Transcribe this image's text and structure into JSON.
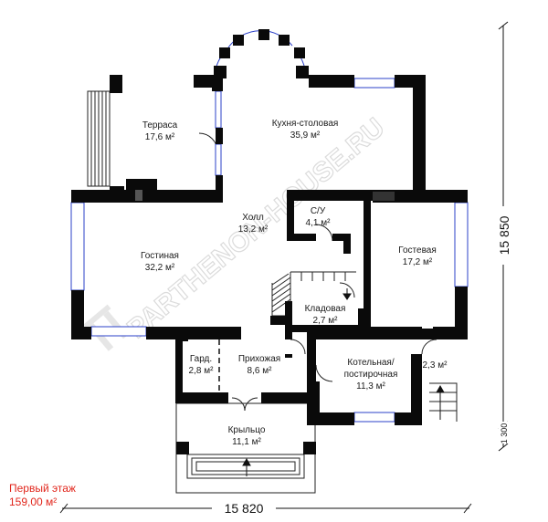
{
  "rooms": [
    {
      "name": "Терраса",
      "area": "17,6 м²"
    },
    {
      "name": "Кухня-столовая",
      "area": "35,9 м²"
    },
    {
      "name": "Холл",
      "area": "13,2 м²"
    },
    {
      "name": "С/У",
      "area": "4,1 м²"
    },
    {
      "name": "Гостиная",
      "area": "32,2 м²"
    },
    {
      "name": "Гостевая",
      "area": "17,2 м²"
    },
    {
      "name": "Кладовая",
      "area": "2,7 м²"
    },
    {
      "name": "Гард.",
      "area": "2,8 м²"
    },
    {
      "name": "Прихожая",
      "area": "8,6 м²"
    },
    {
      "name": "Котельная/",
      "name2": "постирочная",
      "area": "11,3 м²"
    },
    {
      "name": "",
      "area": "2,3 м²"
    },
    {
      "name": "Крыльцо",
      "area": "11,1 м²"
    }
  ],
  "dimensions": {
    "width": "15 820",
    "height": "15 850",
    "porch": "1 300"
  },
  "watermark": "PARTHENON-HOUSE.RU",
  "floor": {
    "title": "Первый этаж",
    "area": "159,00 м²"
  }
}
